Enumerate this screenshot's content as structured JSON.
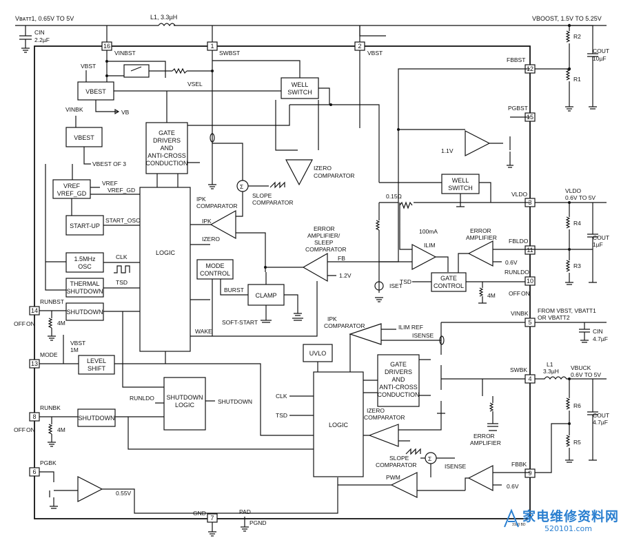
{
  "top": {
    "vbatt1": "Vʙᴀᴛᴛ1, 0.65V TO 5V",
    "l1_top": "L1, 3.3µH",
    "vboost": "VBOOST, 1.5V TO 5.25V",
    "cin_top": "CIN",
    "cin_top_val": "2.2µF"
  },
  "pins": {
    "p16": "16",
    "p1": "1",
    "p2": "2",
    "p12": "12",
    "p15": "15",
    "p3": "3",
    "p11": "11",
    "p10": "10",
    "p5": "5",
    "p4": "4",
    "p9": "9",
    "p14": "14",
    "p13": "13",
    "p8": "8",
    "p6": "6",
    "p7": "7"
  },
  "pin_names": {
    "vinbst": "VINBST",
    "swbst": "SWBST",
    "vbst": "VBST",
    "fbbst": "FBBST",
    "pgbst": "PGBST",
    "vldo": "VLDO",
    "fbldo": "FBLDO",
    "runldo_pin": "RUNLDO",
    "vinbk": "VINBK",
    "swbk": "SWBK",
    "fbbk": "FBBK",
    "runbst": "RUNBST",
    "mode": "MODE",
    "runbk": "RUNBK",
    "pgbk": "PGBK",
    "gnd": "GND",
    "pad": "PAD",
    "pgnd": "PGND"
  },
  "blocks": {
    "vbest1": "VBEST",
    "vbest2": "VBEST",
    "vref_gd_1": "VREF",
    "vref_gd_2": "VREF_GD",
    "startup": "START-UP",
    "osc1": "1.5MHz",
    "osc2": "OSC",
    "thermal1": "THERMAL",
    "thermal2": "SHUTDOWN",
    "shutdown_bst": "SHUTDOWN",
    "level1": "LEVEL",
    "level2": "SHIFT",
    "shutdown_bk": "SHUTDOWN",
    "sdlogic1": "SHUTDOWN",
    "sdlogic2": "LOGIC",
    "logic_bst": "LOGIC",
    "logic_bk": "LOGIC",
    "gate1_1": "GATE",
    "gate1_2": "DRIVERS",
    "gate1_3": "AND",
    "gate1_4": "ANTI-CROSS",
    "gate1_5": "CONDUCTION",
    "gate2_1": "GATE",
    "gate2_2": "DRIVERS",
    "gate2_3": "AND",
    "gate2_4": "ANTI-CROSS",
    "gate2_5": "CONDUCTION",
    "well1_1": "WELL",
    "well1_2": "SWITCH",
    "well2_1": "WELL",
    "well2_2": "SWITCH",
    "mode1": "MODE",
    "mode2": "CONTROL",
    "clamp": "CLAMP",
    "gatectl1": "GATE",
    "gatectl2": "CONTROL",
    "uvlo": "UVLO"
  },
  "labels": {
    "vbst_a": "VBST",
    "vinbk_a": "VINBK",
    "vsel": "VSEL",
    "vb": "VB",
    "vbest_of3": "VBEST OF 3",
    "vref_out": "VREF",
    "vref_gd_out": "VREF_GD",
    "start_osc": "START_OSC",
    "clk": "CLK",
    "tsd": "TSD",
    "ipk_comp": "IPK",
    "ipk_comp2": "COMPARATOR",
    "slope1": "SLOPE",
    "slope2": "COMPARATOR",
    "ipk": "IPK",
    "izero": "IZERO",
    "izero_comp1": "IZERO",
    "izero_comp2": "COMPARATOR",
    "err1": "ERROR",
    "err2": "AMPLIFIER/",
    "err3": "SLEEP",
    "err4": "COMPARATOR",
    "fb": "FB",
    "v12": "1.2V",
    "burst": "BURST",
    "soft_start": "SOFT-START",
    "wake": "WAKE",
    "v11": "1.1V",
    "r015": "0.15Ω",
    "ma100": "100mA",
    "ilim": "ILIM",
    "err_ldo1": "ERROR",
    "err_ldo2": "AMPLIFIER",
    "v06a": "0.6V",
    "iset": "ISET",
    "tsd2": "TSD",
    "r4m_ldo": "4M",
    "ipk_bk1": "IPK",
    "ipk_bk2": "COMPARATOR",
    "ilimref": "ILIM REF",
    "isense": "ISENSE",
    "izero_bk1": "IZERO",
    "izero_bk2": "COMPARATOR",
    "slope_bk1": "SLOPE",
    "slope_bk2": "COMPARATOR",
    "isense2": "ISENSE",
    "pwm": "PWM",
    "err_bk1": "ERROR",
    "err_bk2": "AMPLIFIER",
    "v06b": "0.6V",
    "runldo": "RUNLDO",
    "shutdown_out": "SHUTDOWN",
    "clk2": "CLK",
    "tsd3": "TSD",
    "vbst_1m": "VBST",
    "r1m": "1M",
    "r4m_a": "4M",
    "r4m_b": "4M",
    "v055": "0.55V",
    "off_on1": "OFF",
    "on1": "ON",
    "off_on2": "OFF",
    "on2": "ON",
    "off_on3": "OFF",
    "on3": "ON"
  },
  "right": {
    "r2": "R2",
    "cout1": "COUT",
    "cout1v": "10µF",
    "r1": "R1",
    "vldo": "VLDO",
    "vldo_range": "0.6V TO 5V",
    "r4": "R4",
    "cout2": "COUT",
    "cout2v": "1µF",
    "r3": "R3",
    "from1": "FROM VBST, VBATT1",
    "from2": "OR VBATT2",
    "cin2": "CIN",
    "cin2v": "4.7µF",
    "l1bk": "L1",
    "l1bkv": "3.3µH",
    "vbuck": "VBUCK",
    "vbuck_range": "0.6V TO 5V",
    "r6": "R6",
    "cout3": "COUT",
    "cout3v": "4.7µF",
    "r5": "R5"
  },
  "footer": {
    "code": "3100 BD"
  },
  "watermark": {
    "cn": "家电维修资料网",
    "url": "520101.com"
  }
}
